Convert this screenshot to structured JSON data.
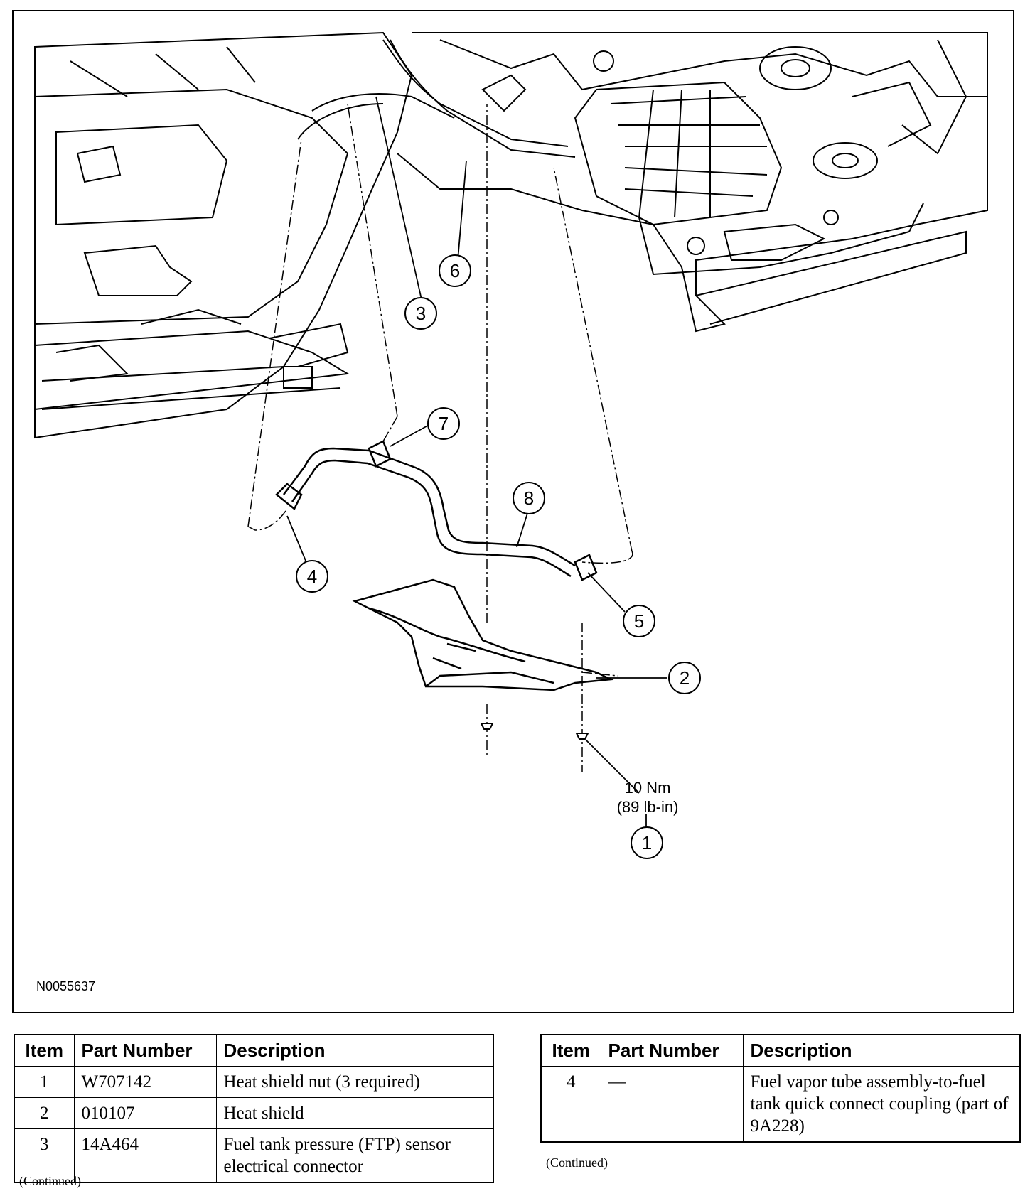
{
  "figure": {
    "id": "N0055637",
    "callouts": [
      "1",
      "2",
      "3",
      "4",
      "5",
      "6",
      "7",
      "8"
    ],
    "torque": {
      "metric": "10 Nm",
      "imperial": "(89 lb-in)"
    }
  },
  "tables": [
    {
      "headers": [
        "Item",
        "Part Number",
        "Description"
      ],
      "rows": [
        [
          "1",
          "W707142",
          "Heat shield nut (3 required)"
        ],
        [
          "2",
          "010107",
          "Heat shield"
        ],
        [
          "3",
          "14A464",
          "Fuel tank pressure (FTP) sensor electrical connector"
        ]
      ],
      "footer": "(Continued)"
    },
    {
      "headers": [
        "Item",
        "Part Number",
        "Description"
      ],
      "rows": [
        [
          "4",
          "—",
          "Fuel vapor tube assembly-to-fuel tank quick connect coupling (part of 9A228)"
        ]
      ],
      "footer": "(Continued)"
    }
  ]
}
